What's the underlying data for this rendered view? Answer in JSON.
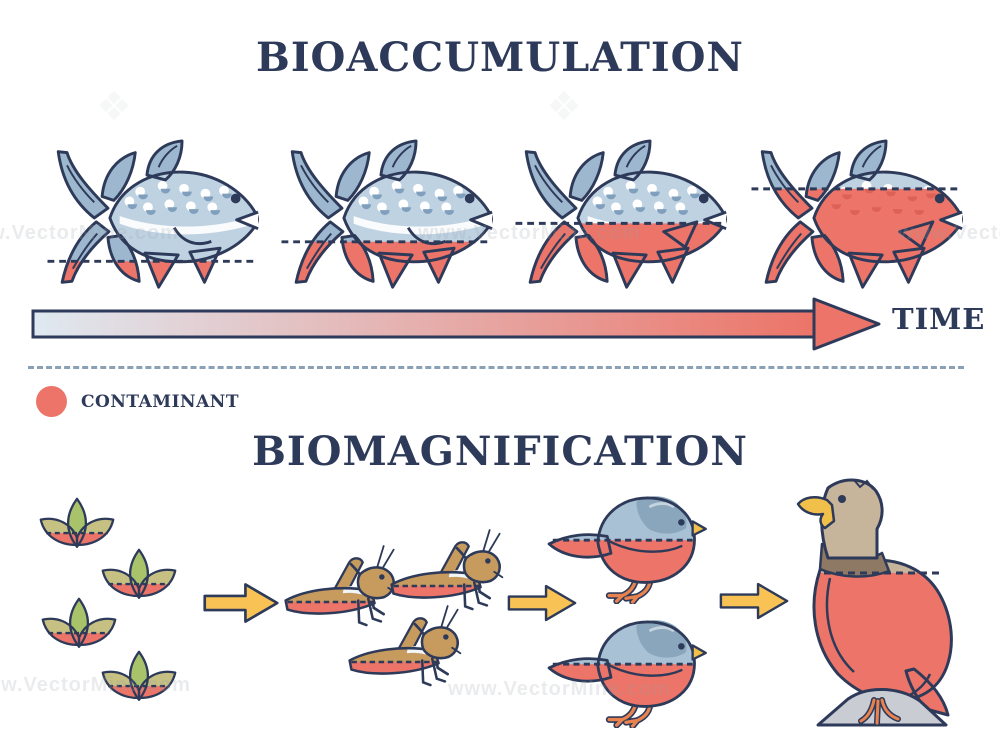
{
  "titles": {
    "bioaccumulation": "BIOACCUMULATION",
    "biomagnification": "BIOMAGNIFICATION"
  },
  "time_label": "TIME",
  "legend": {
    "label": "CONTAMINANT",
    "color": "#ec7468"
  },
  "watermark": {
    "text": "www.VectorMine.com",
    "logo_glyph": "❖"
  },
  "colors": {
    "navy": "#2e3a59",
    "red": "#ec7468",
    "red_dark": "#dd6156",
    "fish_body": "#bfd2e2",
    "fish_fin": "#9db8ce",
    "scale": "#7f9fbd",
    "arrow_yellow": "#f8c254",
    "leaf_green": "#a9c36a",
    "leaf_olive": "#c6c083",
    "insect_tan": "#c79a5e",
    "bird_body": "#a9c1d4",
    "bird_head": "#8aa6bc",
    "beak_yellow": "#f0c04a",
    "leg_orange": "#e8834f",
    "eagle_head": "#c6b49b",
    "eagle_neck": "#8e7a64",
    "rock_gray": "#c9ccd3",
    "time_gradient_start": "#dfe9f1",
    "divider": "#8aa0b5",
    "watermark_gray": "#9aa1a8"
  },
  "bioaccumulation": {
    "stages": [
      {
        "label": "fish-stage-1",
        "contamination_level": 0.25
      },
      {
        "label": "fish-stage-2",
        "contamination_level": 0.42
      },
      {
        "label": "fish-stage-3",
        "contamination_level": 0.58
      },
      {
        "label": "fish-stage-4",
        "contamination_level": 0.88
      }
    ]
  },
  "biomagnification": {
    "levels": [
      {
        "trophic_level": "producers",
        "organism": "plants",
        "count": 4,
        "contamination_level": 0.3
      },
      {
        "trophic_level": "primary-consumers",
        "organism": "grasshoppers",
        "count": 3,
        "contamination_level": 0.45
      },
      {
        "trophic_level": "secondary-consumers",
        "organism": "songbirds",
        "count": 2,
        "contamination_level": 0.5
      },
      {
        "trophic_level": "apex-predator",
        "organism": "eagle",
        "count": 1,
        "contamination_level": 0.64
      }
    ]
  }
}
